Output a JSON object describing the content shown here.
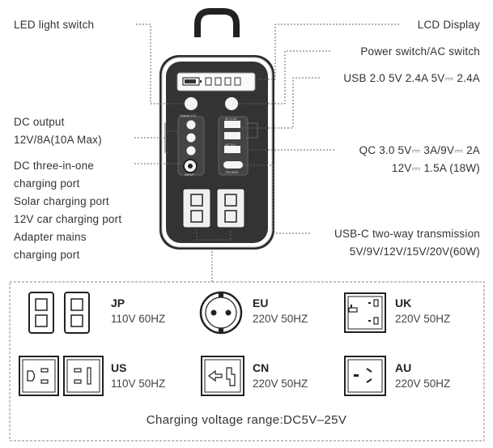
{
  "callouts": {
    "led_switch": "LED light switch",
    "lcd_display": "LCD Display",
    "power_switch": "Power switch/AC switch",
    "usb20": "USB 2.0 5V 2.4A 5V⎓ 2.4A",
    "dc_output_line1": "DC output",
    "dc_output_line2": "12V/8A(10A Max)",
    "dc_three_in_one": [
      "DC three-in-one",
      "charging port",
      "Solar charging port",
      "12V car charging port",
      "Adapter mains",
      "charging port"
    ],
    "qc30_line1": "QC 3.0 5V⎓ 3A/9V⎓ 2A",
    "qc30_line2": "12V⎓ 1.5A (18W)",
    "usbc_line1": "USB-C two-way transmission",
    "usbc_line2": "5V/9V/12V/15V/20V(60W)"
  },
  "device_labels": {
    "output12v": "Output 12V",
    "input": "INPUT",
    "usb_5v": "5V 2.4A",
    "qc": "QC 3.0",
    "pd": "PD 60W"
  },
  "sockets": [
    {
      "name": "JP",
      "spec": "110V 60HZ",
      "icon": "jp-socket-icon"
    },
    {
      "name": "EU",
      "spec": "220V 50HZ",
      "icon": "eu-socket-icon"
    },
    {
      "name": "UK",
      "spec": "220V 50HZ",
      "icon": "uk-socket-icon"
    },
    {
      "name": "US",
      "spec": "110V 50HZ",
      "icon": "us-socket-icon"
    },
    {
      "name": "CN",
      "spec": "220V 50HZ",
      "icon": "cn-socket-icon"
    },
    {
      "name": "AU",
      "spec": "220V 50HZ",
      "icon": "au-socket-icon"
    }
  ],
  "footer": "Charging voltage  range:DC5V–25V"
}
